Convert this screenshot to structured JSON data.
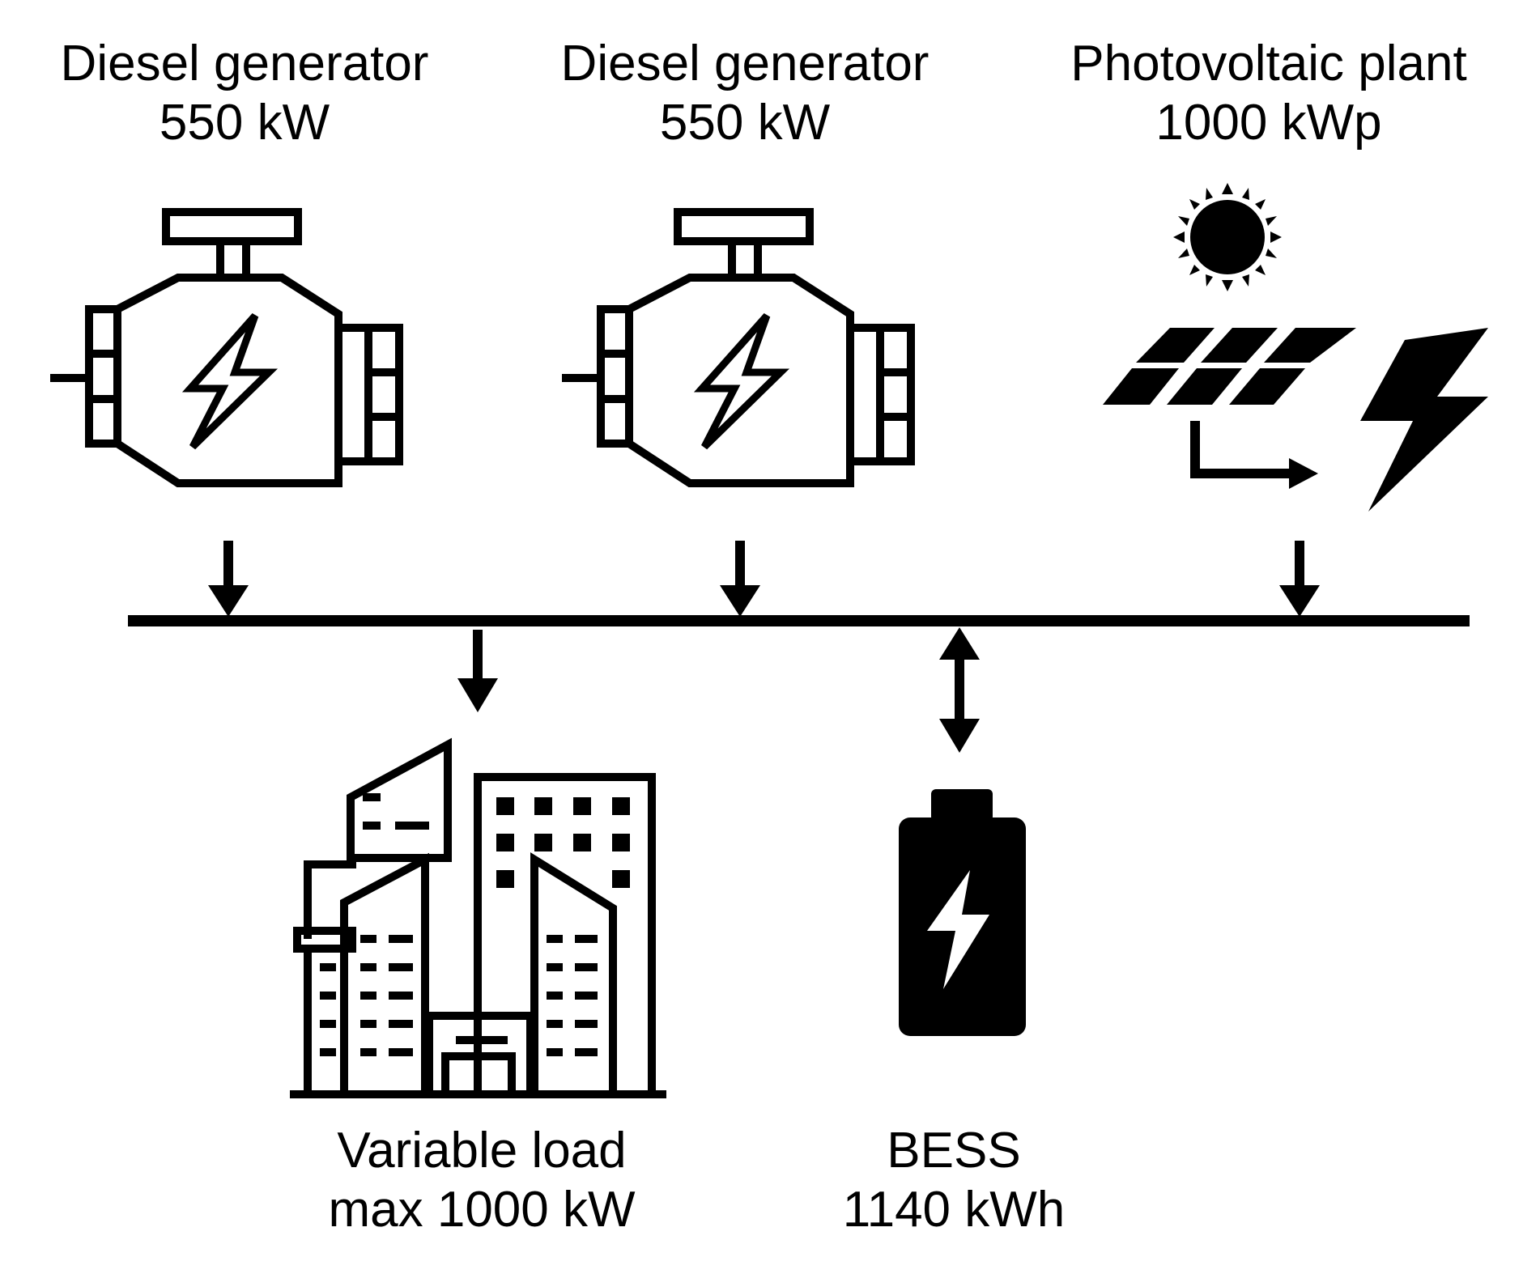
{
  "components": {
    "gen1": {
      "name": "Diesel generator",
      "rating": "550 kW",
      "icon": "engine-generator-icon"
    },
    "gen2": {
      "name": "Diesel generator",
      "rating": "550 kW",
      "icon": "engine-generator-icon"
    },
    "pv": {
      "name": "Photovoltaic plant",
      "rating": "1000 kWp",
      "icon": "solar-panel-icon"
    },
    "load": {
      "name": "Variable load",
      "rating": "max 1000 kW",
      "icon": "city-buildings-icon"
    },
    "bess": {
      "name": "BESS",
      "rating": "1140 kWh",
      "icon": "battery-icon"
    }
  },
  "connections": [
    {
      "from": "gen1",
      "to": "bus",
      "direction": "down"
    },
    {
      "from": "gen2",
      "to": "bus",
      "direction": "down"
    },
    {
      "from": "pv",
      "to": "bus",
      "direction": "down"
    },
    {
      "from": "bus",
      "to": "load",
      "direction": "down"
    },
    {
      "from": "bus",
      "to": "bess",
      "direction": "bidirectional"
    }
  ],
  "colors": {
    "stroke": "#000000",
    "background": "#ffffff"
  }
}
